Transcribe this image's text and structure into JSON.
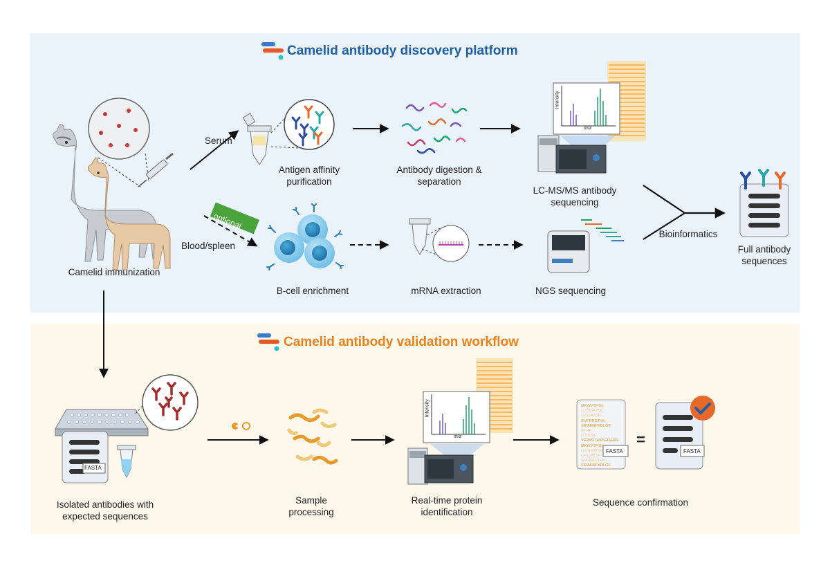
{
  "top_panel": {
    "title": "Camelid antibody discovery platform",
    "title_color": "#1f5fa0",
    "labels": {
      "serum": "Serum",
      "blood_spleen": "Blood/spleen",
      "optional": "optional",
      "camelid_immunization": "Camelid immunization",
      "antigen_affinity_1": "Antigen affinity",
      "antigen_affinity_2": "purification",
      "digestion_1": "Antibody digestion &",
      "digestion_2": "separation",
      "lcms_1": "LC-MS/MS antibody",
      "lcms_2": "sequencing",
      "bcell": "B-cell enrichment",
      "mrna": "mRNA extraction",
      "ngs": "NGS sequencing",
      "bioinformatics": "Bioinformatics",
      "full_1": "Full antibody",
      "full_2": "sequences",
      "intensity": "Intensity",
      "mz": "m/z"
    }
  },
  "bottom_panel": {
    "title": "Camelid antibody validation workflow",
    "title_color": "#e8801e",
    "labels": {
      "isolated_1": "Isolated antibodies with",
      "isolated_2": "expected sequences",
      "sample_1": "Sample",
      "sample_2": "processing",
      "realtime_1": "Real-time protein",
      "realtime_2": "identification",
      "confirmation": "Sequence confirmation",
      "fasta_a": "FASTA",
      "fasta_b": "FASTA",
      "fasta_c": "FASTA",
      "equals": "=",
      "intensity": "Intensity",
      "mz": "m/z"
    },
    "sequence_lines": [
      "MKWVTFISL",
      "LLFSSAYSR",
      "LFSSAYSR",
      "GVFRRDTHK",
      "SEIAHRFKDLGE",
      "DTHK",
      "LLFSSA",
      "VFRRDTHKSEIAHRF",
      "MKWVTFISL",
      "LLFSSAYSR",
      "LFSSAYSR",
      "GVFRRDTHK",
      "SEIAHRFKDLGE"
    ]
  },
  "colors": {
    "top_bg": "#eaf2fa",
    "bottom_bg": "#fdf8ec",
    "optional_badge": "#4aa23a",
    "antibody_blue": "#2b4c9b",
    "antibody_teal": "#2aa5a8",
    "antibody_orange": "#e8682a",
    "antibody_red": "#a52a2a"
  }
}
